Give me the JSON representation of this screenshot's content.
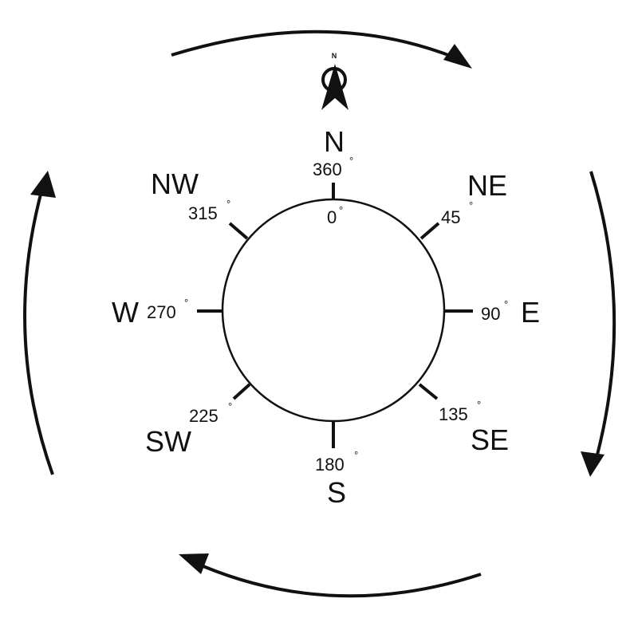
{
  "compass": {
    "north_arrow_label": "N",
    "directions": {
      "n": "N",
      "ne": "NE",
      "e": "E",
      "se": "SE",
      "s": "S",
      "sw": "SW",
      "w": "W",
      "nw": "NW"
    },
    "degrees": {
      "top_outer": "360",
      "top_inner": "0",
      "ne": "45",
      "e": "90",
      "se": "135",
      "s": "180",
      "sw": "225",
      "w": "270",
      "nw": "315"
    },
    "degree_symbol": "°"
  },
  "colors": {
    "ink": "#111111",
    "background": "#ffffff"
  }
}
